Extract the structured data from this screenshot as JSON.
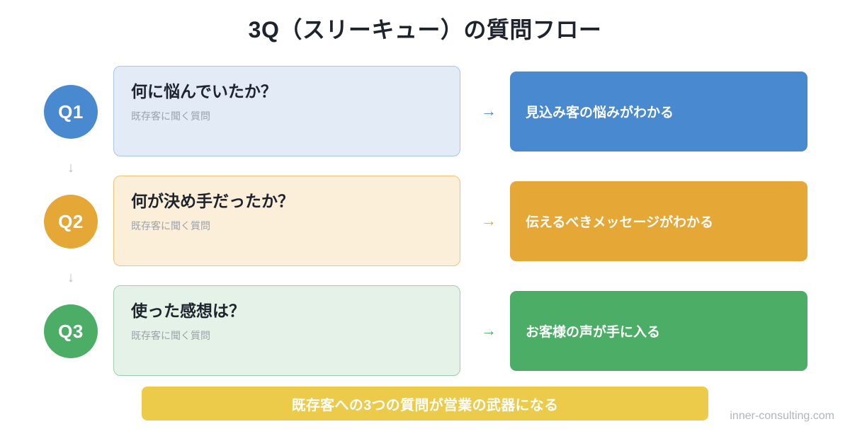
{
  "title": "3Q（スリーキュー）の質問フロー",
  "colors": {
    "blue": "#4889cf",
    "blue_pale": "#e3ebf7",
    "blue_border": "#a9c6e8",
    "orange": "#e5a736",
    "orange_pale": "#fcefd9",
    "orange_border": "#edc47a",
    "green": "#4cae66",
    "green_pale": "#e5f2e8",
    "green_border": "#9dd0ad",
    "yellow": "#edcb4a",
    "title_text": "#1d242e",
    "sub_text": "#9aa2ab",
    "connector": "#b9bfc6",
    "watermark": "#b0b6bd"
  },
  "rows": [
    {
      "badge": "Q1",
      "question": "何に悩んでいたか？",
      "subtitle": "既存客に聞く質問",
      "arrow": "→",
      "result": "見込み客の悩みがわかる",
      "accent": "#4889cf",
      "pale": "#e3ebf7",
      "border": "#a9c6e8"
    },
    {
      "badge": "Q2",
      "question": "何が決め手だったか？",
      "subtitle": "既存客に聞く質問",
      "arrow": "→",
      "result": "伝えるべきメッセージがわかる",
      "accent": "#e5a736",
      "pale": "#fcefd9",
      "border": "#edc47a"
    },
    {
      "badge": "Q3",
      "question": "使った感想は？",
      "subtitle": "既存客に聞く質問",
      "arrow": "→",
      "result": "お客様の声が手に入る",
      "accent": "#4cae66",
      "pale": "#e5f2e8",
      "border": "#9dd0ad"
    }
  ],
  "connectors": [
    {
      "glyph": "↓"
    },
    {
      "glyph": "↓"
    }
  ],
  "banner": {
    "label": "既存客への3つの質問が営業の武器になる",
    "color": "#edcb4a"
  },
  "watermark": "inner-consulting.com"
}
